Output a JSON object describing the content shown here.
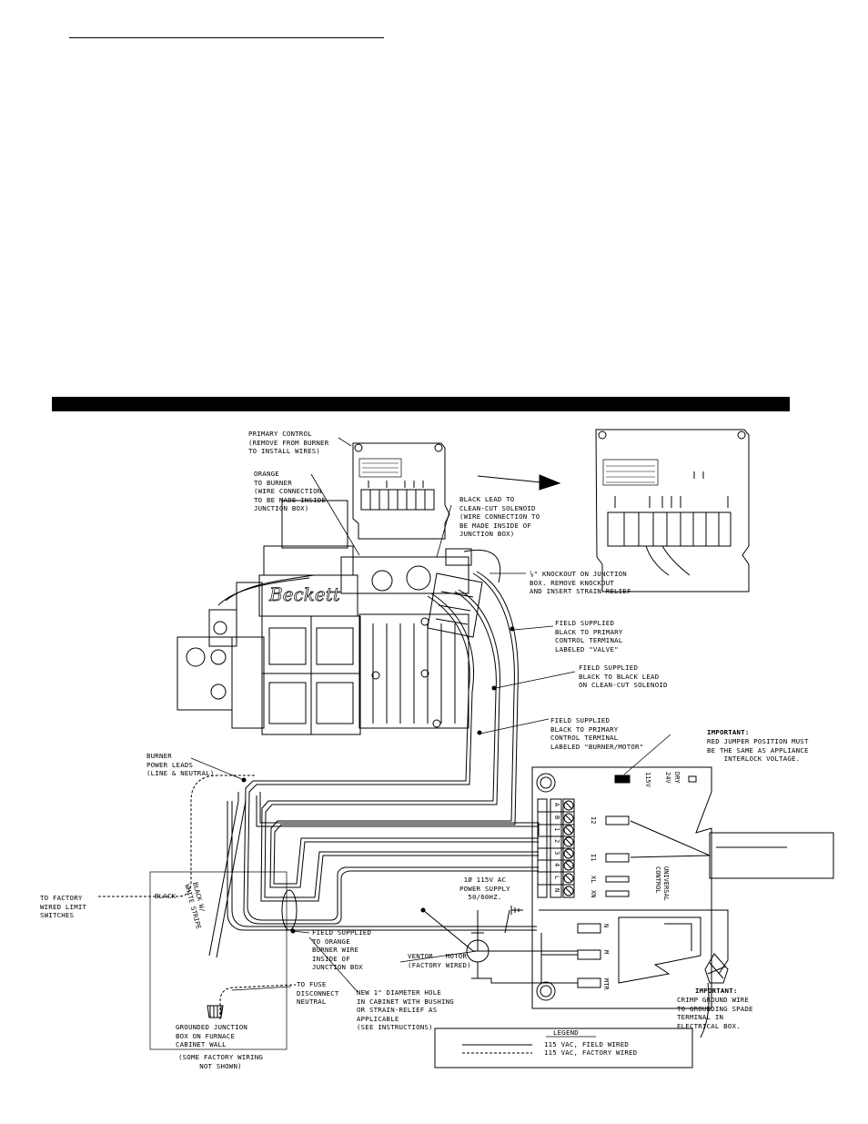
{
  "labels": {
    "primary_control": "PRIMARY CONTROL\n(REMOVE FROM BURNER\nTO INSTALL WIRES)",
    "orange_to_burner": "ORANGE\nTO BURNER\n(WIRE CONNECTION\nTO BE MADE INSIDE\nJUNCTION BOX)",
    "black_lead_solenoid": "BLACK LEAD TO\nCLEAN-CUT SOLENOID\n(WIRE CONNECTION TO\nBE MADE INSIDE OF\nJUNCTION BOX)",
    "knockout": "⅞\" KNOCKOUT ON JUNCTION\nBOX. REMOVE KNOCKOUT\nAND INSERT STRAIN RELIEF",
    "field_valve": "FIELD SUPPLIED\nBLACK TO PRIMARY\nCONTROL TERMINAL\nLABELED \"VALVE\"",
    "field_black_lead": "FIELD SUPPLIED\nBLACK TO BLACK LEAD\nON CLEAN-CUT SOLENOID",
    "field_burner_motor": "FIELD SUPPLIED\nBLACK TO PRIMARY\nCONTROL TERMINAL\nLABELED \"BURNER/MOTOR\"",
    "important_jumper_title": "IMPORTANT:",
    "important_jumper_body": "RED JUMPER POSITION MUST\nBE THE SAME AS APPLIANCE\n    INTERLOCK VOLTAGE.",
    "burner_power_leads": "BURNER\nPOWER LEADS\n(LINE & NEUTRAL)",
    "to_factory_limit": "TO FACTORY\nWIRED LIMIT\nSWITCHES",
    "black": "BLACK",
    "black_white_stripe": "BLACK W/\nWHITE STRIPE",
    "power_supply": "1Ø 115V AC\nPOWER SUPPLY\n50/60HZ.",
    "field_orange": "FIELD SUPPLIED\nTO ORANGE\nBURNER WIRE\nINSIDE OF\nJUNCTION BOX",
    "to_fuse": "TO FUSE\nDISCONNECT\nNEUTRAL",
    "new_hole": "NEW 1\" DIAMETER HOLE\nIN CABINET WITH BUSHING\nOR STRAIN-RELIEF AS\nAPPLICABLE\n(SEE INSTRUCTIONS)",
    "grounded_box": "GROUNDED JUNCTION\nBOX ON FURNACE\nCABINET WALL",
    "some_factory": "(SOME FACTORY WIRING\nNOT SHOWN)",
    "vent_motor": "VENTOR - MOTOR\n(FACTORY WIRED)",
    "important_ground_title": "IMPORTANT:",
    "important_ground_body": "CRIMP GROUND WIRE\nTO GROUNDING SPADE\nTERMINAL IN\nELECTRICAL BOX.",
    "brand": "Beckett",
    "universal_control": "UNIVERSAL\nCONTROL"
  },
  "board": {
    "terminals_left": [
      "A",
      "B",
      "1",
      "2",
      "3",
      "4",
      "L",
      "N"
    ],
    "voltage_115v": "115V",
    "voltage_24v": "24V",
    "voltage_dry": "DRY",
    "spade_i2": "I2",
    "spade_i1": "I1",
    "spade_xl": "XL",
    "spade_xn": "XN",
    "spade_n": "N",
    "spade_m": "M",
    "spade_mtr": "MTR"
  },
  "legend": {
    "title": "LEGEND",
    "field_wired": "115 VAC, FIELD WIRED",
    "factory_wired": "115 VAC, FACTORY WIRED"
  }
}
